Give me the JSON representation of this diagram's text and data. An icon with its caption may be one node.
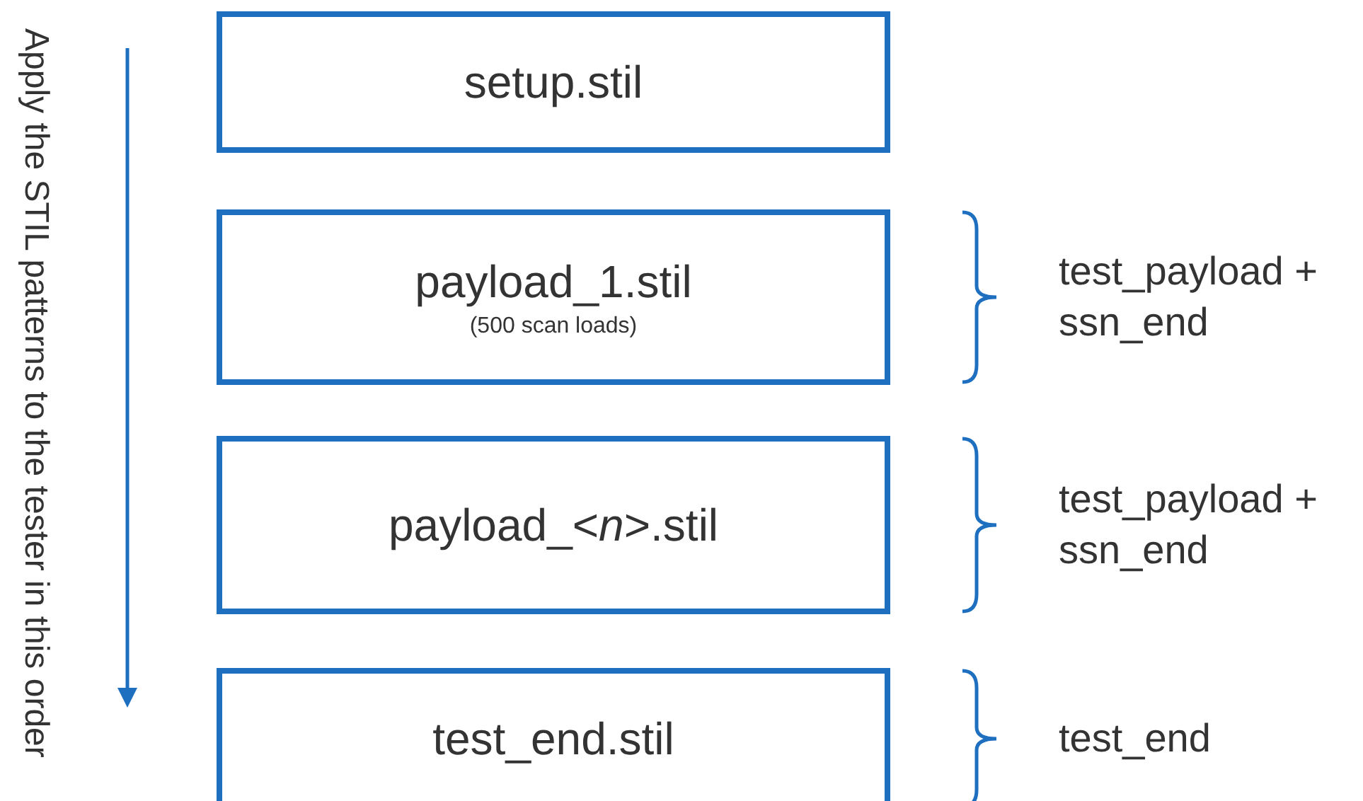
{
  "diagram": {
    "nodes": [
      {
        "text": [
          "setup.stil"
        ]
      },
      {
        "text": [
          "payload_1.stil",
          "(500 scan loads)"
        ]
      },
      {
        "text": [
          "payload_<*n*>.stil"
        ]
      },
      {
        "text": [
          "test_end.stil"
        ]
      }
    ],
    "edges": [],
    "labels": [
      "Apply the STIL patterns to the tester in this order",
      "test_payload + ssn_end",
      "test_payload + ssn_end",
      "test_end"
    ]
  }
}
